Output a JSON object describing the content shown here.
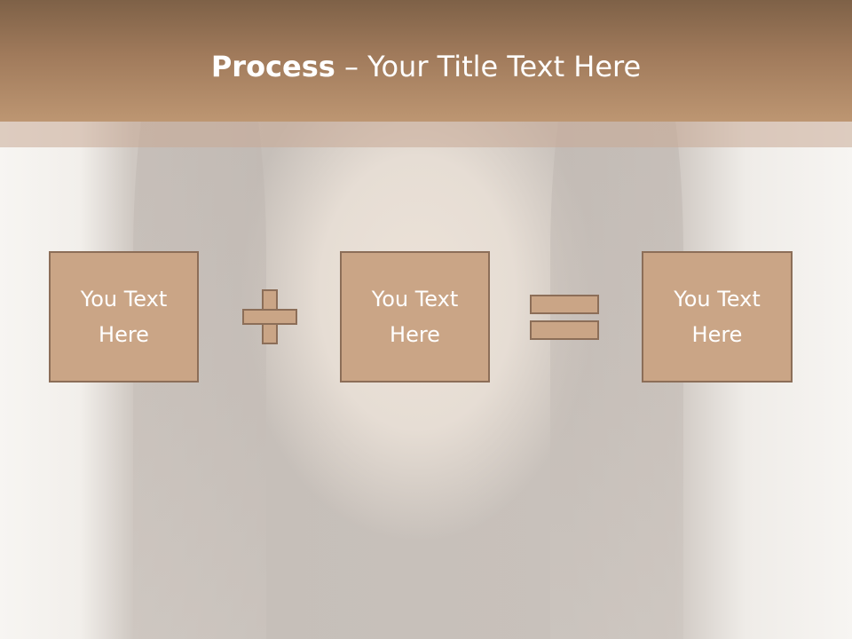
{
  "slide": {
    "title_bold": "Process",
    "title_rest": " – Your Title Text Here"
  },
  "process": {
    "box1": "You Text Here",
    "operator1": "plus-icon",
    "box2": "You Text Here",
    "operator2": "equals-icon",
    "box3": "You Text Here"
  },
  "colors": {
    "header": "#a07a5b",
    "box_fill": "#caa586",
    "box_border": "#8c6e58",
    "text": "#ffffff"
  }
}
